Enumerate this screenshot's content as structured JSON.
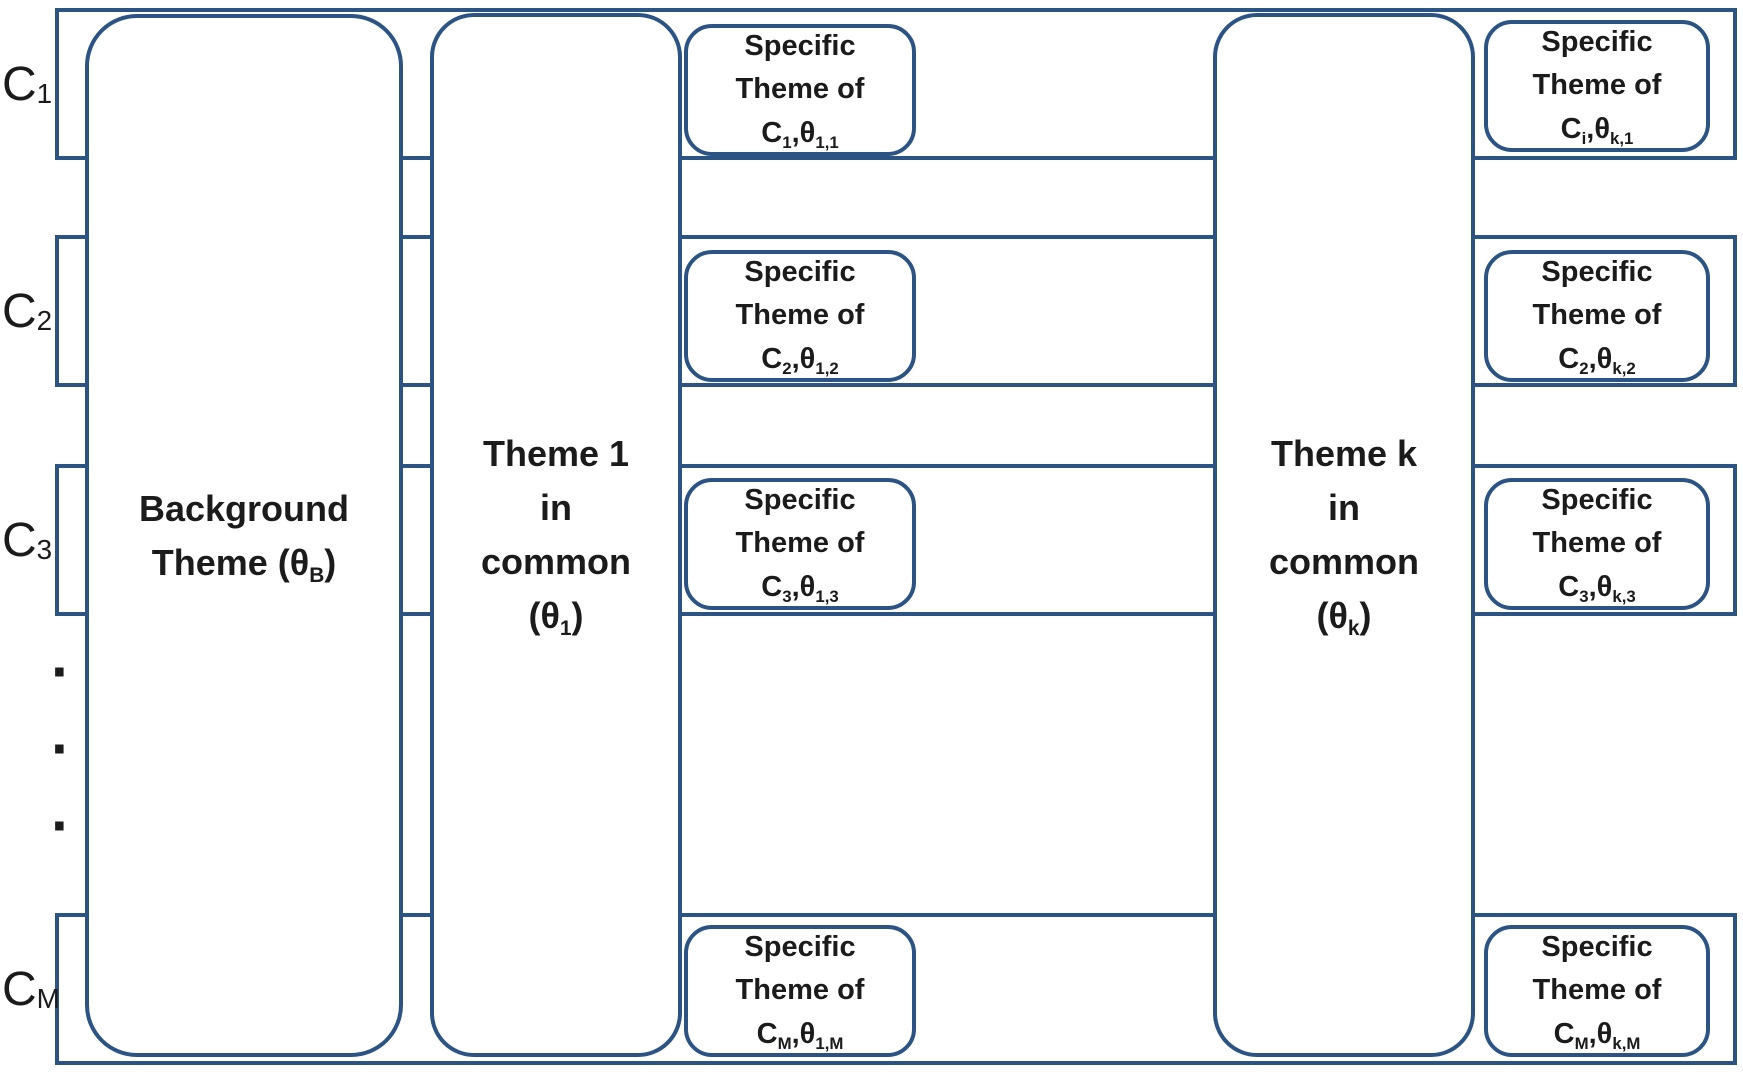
{
  "diagram": {
    "colors": {
      "stroke": "#2b5384",
      "text": "#1b1b1b",
      "canvas": "#ffffff"
    },
    "row_labels": [
      {
        "base": "C",
        "sub": "1"
      },
      {
        "base": "C",
        "sub": "2"
      },
      {
        "base": "C",
        "sub": "3"
      },
      {
        "base": "C",
        "sub": "M"
      }
    ],
    "ellipsis_dots": [
      "·",
      "·",
      "·"
    ],
    "background_box": {
      "line1": "Background",
      "line2_pre": "Theme (θ",
      "line2_sub": "B",
      "line2_post": ")"
    },
    "theme1_box": {
      "line1": "Theme 1",
      "line2": "in",
      "line3": "common",
      "line4_pre": "(θ",
      "line4_sub": "1",
      "line4_post": ")"
    },
    "themek_box": {
      "line1": "Theme k",
      "line2": "in",
      "line3": "common",
      "line4_pre": "(θ",
      "line4_sub": "k",
      "line4_post": ")"
    },
    "theme1_specific": [
      {
        "line1": "Specific",
        "line2": "Theme of",
        "c_base": "C",
        "c_sub": "1",
        "comma": ",",
        "theta_base": "θ",
        "theta_sub": "1,1"
      },
      {
        "line1": "Specific",
        "line2": "Theme of",
        "c_base": "C",
        "c_sub": "2",
        "comma": ",",
        "theta_base": "θ",
        "theta_sub": "1,2"
      },
      {
        "line1": "Specific",
        "line2": "Theme of",
        "c_base": "C",
        "c_sub": "3",
        "comma": ",",
        "theta_base": "θ",
        "theta_sub": "1,3"
      },
      {
        "line1": "Specific",
        "line2": "Theme of",
        "c_base": "C",
        "c_sub": "M",
        "comma": ",",
        "theta_base": "θ",
        "theta_sub": "1,M"
      }
    ],
    "themek_specific": [
      {
        "line1": "Specific",
        "line2": "Theme of",
        "c_base": "C",
        "c_sub": "i",
        "comma": ",",
        "theta_base": "θ",
        "theta_sub": "k,1"
      },
      {
        "line1": "Specific",
        "line2": "Theme of",
        "c_base": "C",
        "c_sub": "2",
        "comma": ",",
        "theta_base": "θ",
        "theta_sub": "k,2"
      },
      {
        "line1": "Specific",
        "line2": "Theme of",
        "c_base": "C",
        "c_sub": "3",
        "comma": ",",
        "theta_base": "θ",
        "theta_sub": "k,3"
      },
      {
        "line1": "Specific",
        "line2": "Theme of",
        "c_base": "C",
        "c_sub": "M",
        "comma": ",",
        "theta_base": "θ",
        "theta_sub": "k,M"
      }
    ]
  }
}
